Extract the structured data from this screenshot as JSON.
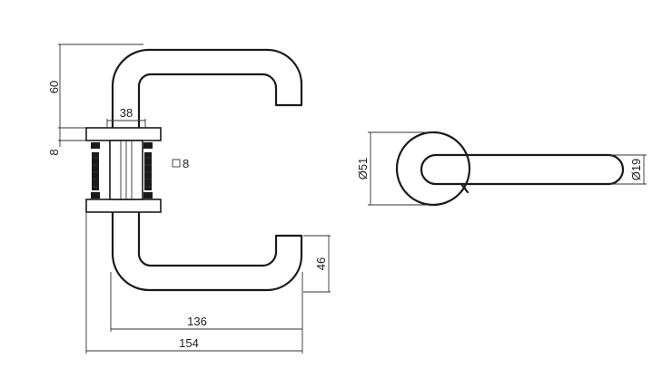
{
  "dimensions": {
    "height_top": "60",
    "plate_thickness": "8",
    "spindle_spacing": "38",
    "square_spindle": "8",
    "lever_depth": "46",
    "reach_inner": "136",
    "reach_total": "154",
    "rose_diameter": "Ø51",
    "grip_diameter": "Ø19"
  },
  "symbols": {
    "square": "square-icon"
  },
  "colors": {
    "line": "#1a1a1a",
    "background": "#ffffff"
  }
}
